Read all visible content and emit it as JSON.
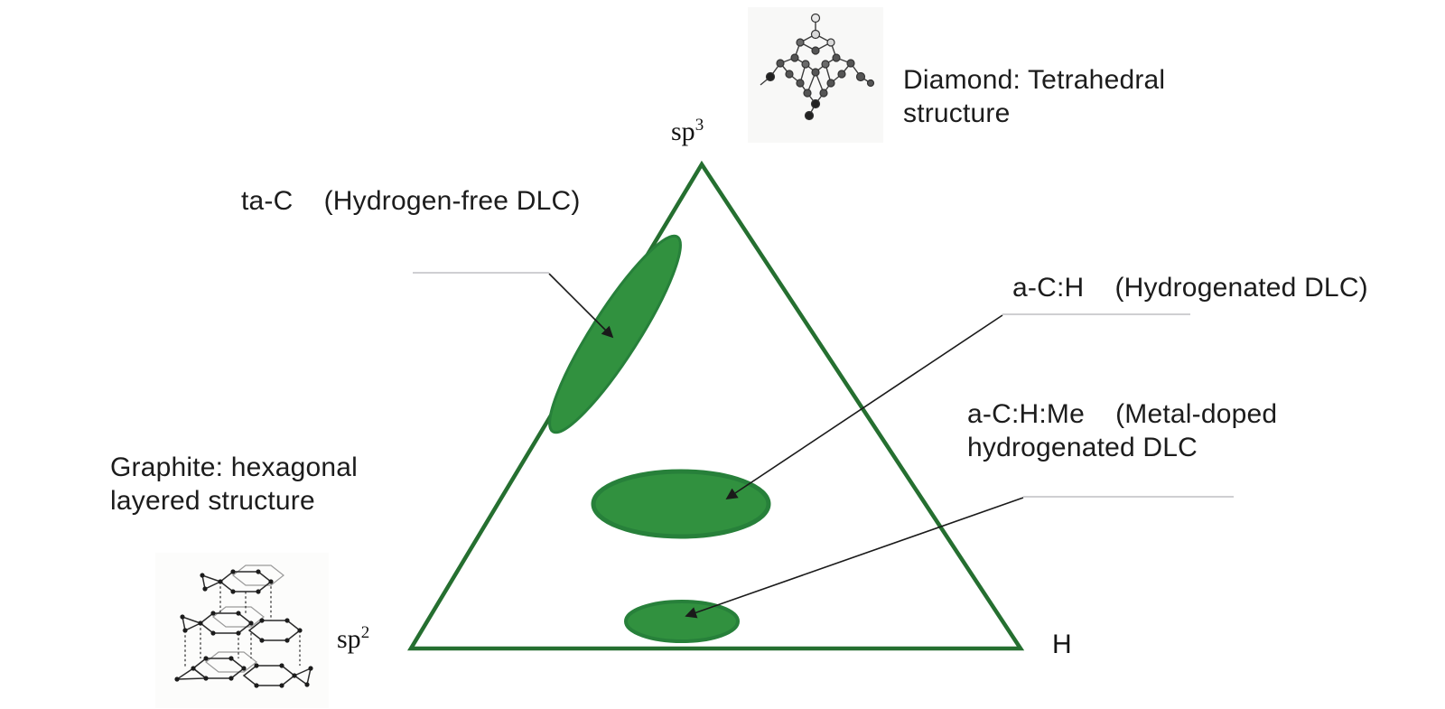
{
  "figure": {
    "type": "ternary-phase-diagram",
    "vertices": {
      "top": {
        "base": "sp",
        "sup": "3"
      },
      "bottom_left": {
        "base": "sp",
        "sup": "2"
      },
      "bottom_right": "H"
    },
    "regions": {
      "ta_c": {
        "label": "ta-C    (Hydrogen-free DLC)"
      },
      "a_c_h": {
        "label": "a-C:H    (Hydrogenated DLC)"
      },
      "a_c_h_me": {
        "label": "a-C:H:Me    (Metal-doped\nhydrogenated DLC"
      }
    },
    "captions": {
      "diamond": "Diamond: Tetrahedral\nstructure",
      "graphite": "Graphite: hexagonal\nlayered structure"
    },
    "colors": {
      "triangle_stroke": "#256f30",
      "region_fill": "#31913f",
      "region_stroke": "#27803a",
      "leader_gray": "#bfbfc3",
      "leader_black": "#1a1a1a",
      "text": "#1c1c1c"
    }
  }
}
